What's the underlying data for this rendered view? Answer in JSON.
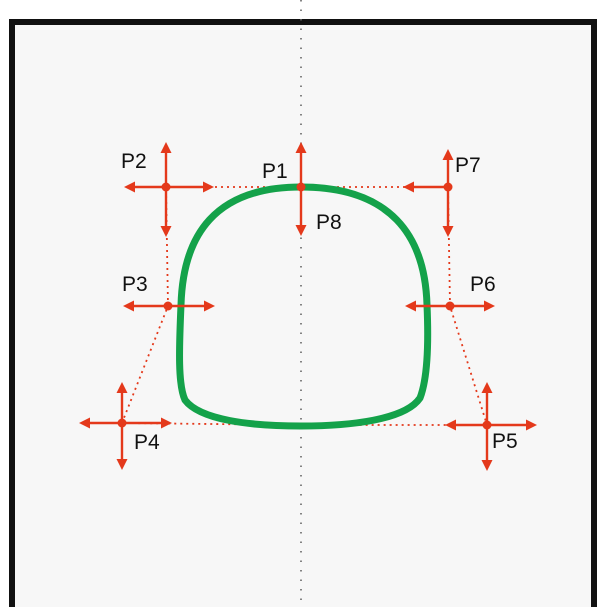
{
  "colors": {
    "frame": "#111111",
    "panel_background": "#f7f7f7",
    "curve": "#14a24a",
    "control_points": "#e4391b",
    "axis": "#666666"
  },
  "control_points": [
    {
      "id": "P1",
      "label": "P1"
    },
    {
      "id": "P2",
      "label": "P2"
    },
    {
      "id": "P3",
      "label": "P3"
    },
    {
      "id": "P4",
      "label": "P4"
    },
    {
      "id": "P5",
      "label": "P5"
    },
    {
      "id": "P6",
      "label": "P6"
    },
    {
      "id": "P7",
      "label": "P7"
    },
    {
      "id": "P8",
      "label": "P8"
    }
  ]
}
